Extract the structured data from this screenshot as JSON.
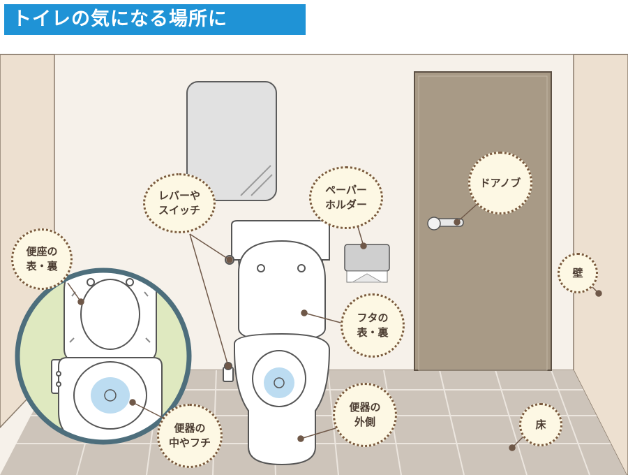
{
  "title": "トイレの気になる場所に",
  "colors": {
    "title_bg": "#1f93d6",
    "wall": "#f6f1ea",
    "side_wall": "#ede0d0",
    "door": "#a89a86",
    "floor": "#cdc4ba",
    "callout_bg": "#fdf8e4",
    "callout_border": "#7a5a3e",
    "zoom_bg": "#dfe9c0",
    "zoom_ring": "#4d6e7c"
  },
  "callouts": {
    "seat": [
      "便座の",
      "表・裏"
    ],
    "lever": [
      "レバーや",
      "スイッチ"
    ],
    "paper": [
      "ペーパー",
      "ホルダー"
    ],
    "doorknob": [
      "ドアノブ"
    ],
    "wall": [
      "壁"
    ],
    "lid": [
      "フタの",
      "表・裏"
    ],
    "outside": [
      "便器の",
      "外側"
    ],
    "floor": [
      "床"
    ],
    "inside": [
      "便器の",
      "中やフチ"
    ]
  }
}
